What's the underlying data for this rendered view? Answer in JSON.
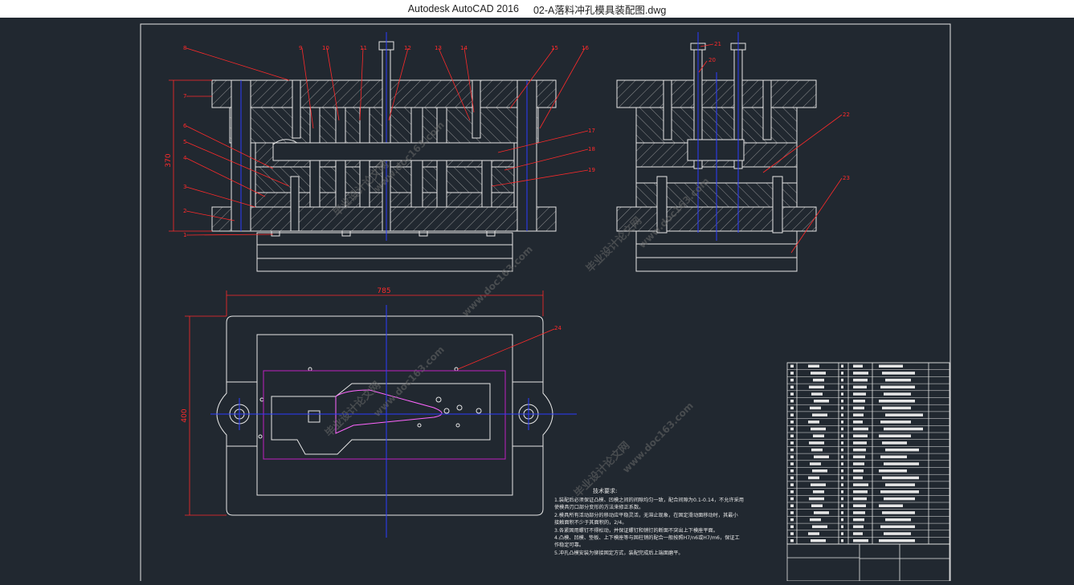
{
  "window": {
    "app_title": "Autodesk AutoCAD 2016",
    "document_title": "02-A落料冲孔模具装配图.dwg"
  },
  "drawing": {
    "colors": {
      "background": "#212830",
      "line": "#e6e6e6",
      "hatch": "#bdbdbd",
      "dimension": "#ff2a2a",
      "centerline": "#2a3cff",
      "part_outline": "#c020c0"
    },
    "dimensions": {
      "height_front": "370",
      "width_plan": "785",
      "height_plan": "400"
    },
    "balloons_front": [
      "8",
      "9",
      "10",
      "11",
      "12",
      "13",
      "14",
      "15",
      "16",
      "7",
      "6",
      "5",
      "4",
      "3",
      "2",
      "1",
      "17",
      "18",
      "19"
    ],
    "balloons_side": [
      "21",
      "20",
      "22",
      "23"
    ],
    "balloon_plan": "24",
    "watermarks": [
      "毕业设计论文网",
      "www.doc163.com"
    ],
    "tech_requirements": {
      "heading": "技术要求:",
      "lines": [
        "1.装配后必须保证凸模、凹模之间的间隙均匀一致，配合间隙为0.1-0.14，不允许采用",
        "使模具刃口部分变形的方法来修正系数。",
        "2.模具所有活动部分的移动应平稳灵活，无滞止现象，在固定滑动面移动时，其最小",
        "接触面积不少于其面积的，2/4。",
        "3.各紧固用螺钉不得松动，并保证螺钉和销钉的断面不突出上下模座平面。",
        "4.凸模、凹模、垫板、上下模座等与固柱销的配合一般按照H7/n6或H7/m6，保证工",
        "作稳定可靠。",
        "5.冲孔凸模安装为铆接固定方式，装配完成后上端面磨平。"
      ]
    }
  }
}
